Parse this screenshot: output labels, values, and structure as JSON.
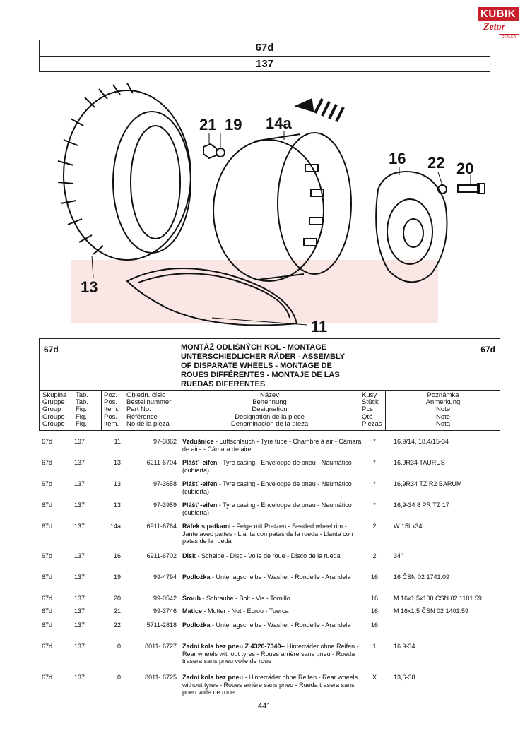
{
  "logo": {
    "brand": "KUBIK",
    "sub": "Zetor",
    "dealer": "DEALER"
  },
  "header": {
    "group": "67d",
    "table": "137"
  },
  "callouts": [
    "21",
    "19",
    "14a",
    "16",
    "22",
    "20",
    "13",
    "11"
  ],
  "info": {
    "code_left": "67d",
    "code_right": "67d",
    "title_lines": [
      "MONTÁŽ ODLIŠNÝCH KOL - MONTAGE",
      "UNTERSCHIEDLICHER RÄDER - ASSEMBLY",
      "OF DISPARATE WHEELS - MONTAGE DE",
      "ROUES DIFFÉRENTES - MONTAJE DE LAS",
      "RUEDAS DIFERENTES"
    ]
  },
  "columns": {
    "group": [
      "Skupina",
      "Gruppe",
      "Group",
      "Groupe",
      "Groupo"
    ],
    "table": [
      "Tab.",
      "Tab.",
      "Fig.",
      "Fig.",
      "Fig."
    ],
    "pos": [
      "Poz.",
      "Pos.",
      "Item.",
      "Pos.",
      "Item."
    ],
    "part": [
      "Objedn. číslo",
      "Bestellnummer",
      "Part No.",
      "Référence",
      "No de la pieza"
    ],
    "desc": [
      "Název",
      "Benennung",
      "Designation",
      "Désignation de la pièce",
      "Denominación de la pieza"
    ],
    "qty": [
      "Kusy",
      "Stück",
      "Pcs",
      "Qté",
      "Piezas"
    ],
    "note": [
      "Poznámka",
      "Anmerkung",
      "Note",
      "Note",
      "Nota"
    ]
  },
  "rows": [
    {
      "group": "67d",
      "tab": "137",
      "pos": "11",
      "part": "97-3862",
      "name": "Vzdušnice",
      "desc": " - Luftschlauch - Tyre tube - Chambre à air - Cámara de aire - Cámara de aire",
      "qty": "*",
      "note": "16,9/14, 18,4/15-34"
    },
    {
      "group": "67d",
      "tab": "137",
      "pos": "13",
      "part": "6211-6704",
      "name": "Plášť -eifen",
      "desc": " - Tyre casing - Enveloppe de pneu - Neumático (cubierta)",
      "qty": "*",
      "note": "16,9R34 TAURUS"
    },
    {
      "group": "67d",
      "tab": "137",
      "pos": "13",
      "part": "97-3658",
      "name": "Plášť -eifen",
      "desc": " - Tyre casing - Enveloppe de pneu - Neumático (cubierta)",
      "qty": "*",
      "note": "16,9R34 TZ R2 BARUM"
    },
    {
      "group": "67d",
      "tab": "137",
      "pos": "13",
      "part": "97-3959",
      "name": "Plášť -eifen",
      "desc": " - Tyre casing - Enveloppe de pneu - Neumático (cubierta)",
      "qty": "*",
      "note": "16,9-34 8 PR TZ 17"
    },
    {
      "group": "67d",
      "tab": "137",
      "pos": "14a",
      "part": "6911-6764",
      "name": "Ráfek s patkami",
      "desc": " - Felge mit Pratzen - Beaded wheel rim - Jante avec pattes - Llanta con patas de la rueda - Llanta con patas de la rueda",
      "qty": "2",
      "note": "W 15Lx34"
    },
    {
      "group": "67d",
      "tab": "137",
      "pos": "16",
      "part": "6911-6702",
      "name": "Disk",
      "desc": " - Scheibe - Disc - Voile de roue - Disco de la rueda",
      "qty": "2",
      "note": "34\""
    },
    {
      "group": "67d",
      "tab": "137",
      "pos": "19",
      "part": "99-4794",
      "name": "Podložka",
      "desc": " - Unterlagscheibe - Washer - Rondelle - Arandela",
      "qty": "16",
      "note": "16 ČSN 02 1741.09"
    },
    {
      "group": "67d",
      "tab": "137",
      "pos": "20",
      "part": "99-0542",
      "name": "Šroub",
      "desc": " - Schraube - Bolt - Vis - Tornillo",
      "qty": "16",
      "note": "M 16x1,5x100 ČSN 02 1101.59"
    },
    {
      "group": "67d",
      "tab": "137",
      "pos": "21",
      "part": "99-3746",
      "name": "Matice",
      "desc": " - Mutter - Nut - Ecrou - Tuerca",
      "qty": "16",
      "note": "M 16x1,5 ČSN 02 1401.59"
    },
    {
      "group": "67d",
      "tab": "137",
      "pos": "22",
      "part": "5711-2818",
      "name": "Podložka",
      "desc": " - Unterlagscheibe - Washer - Rondelle - Arandela",
      "qty": "16",
      "note": ""
    },
    {
      "group": "67d",
      "tab": "137",
      "pos": "0",
      "part": "8011- 6727",
      "name": "Zadní kola bez pneu Z 4320-7340-",
      "desc": "- Hinterräder ohne Reifen - Rear wheels without tyres - Roues arrière sans pneu - Rueda trasera sans pneu voile de roue",
      "qty": "1",
      "note": "16.9-34"
    },
    {
      "group": "67d",
      "tab": "137",
      "pos": "0",
      "part": "8011- 6725",
      "name": "Zadní kola bez pneu",
      "desc": " - Hinterräder ohne Reifen - Rear wheels without tyres - Roues arrière sans pneu - Rueda trasera sans pneu voile de roue",
      "qty": "X",
      "note": "13,6-38"
    }
  ],
  "page_number": "441"
}
